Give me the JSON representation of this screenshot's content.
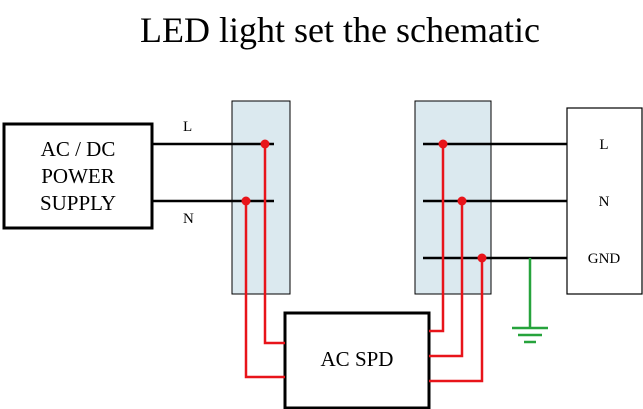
{
  "title": "LED light set the schematic",
  "power_supply": {
    "line1": "AC / DC",
    "line2": "POWER",
    "line3": "SUPPLY"
  },
  "input_labels": {
    "l": "L",
    "n": "N"
  },
  "spd": {
    "label": "AC SPD"
  },
  "led_terminals": {
    "l": "L",
    "n": "N",
    "gnd": "GND"
  },
  "colors": {
    "wire": "#000000",
    "spd_wire": "#e8141a",
    "ground": "#26a33c",
    "terminal_block": "#dbe9ef"
  },
  "icons": {
    "ground": "ground-symbol-icon"
  }
}
